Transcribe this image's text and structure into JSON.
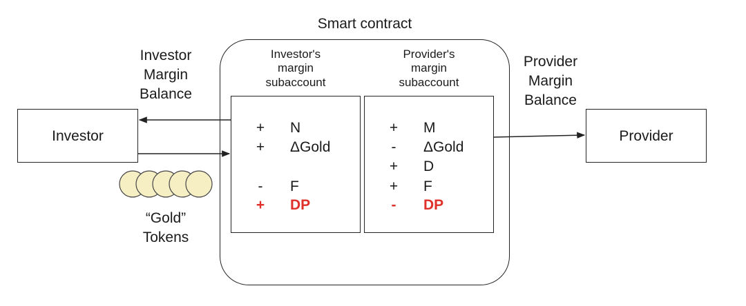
{
  "smart_contract": {
    "title": "Smart contract"
  },
  "investor": {
    "box_label": "Investor",
    "balance_label": [
      "Investor",
      "Margin",
      "Balance"
    ]
  },
  "provider": {
    "box_label": "Provider",
    "balance_label": [
      "Provider",
      "Margin",
      "Balance"
    ]
  },
  "tokens": {
    "label": [
      "“Gold”",
      "Tokens"
    ],
    "count": 5
  },
  "investor_subaccount": {
    "title": [
      "Investor's",
      "margin",
      "subaccount"
    ],
    "entries": [
      {
        "sign": "+",
        "term": "N",
        "highlight": false
      },
      {
        "sign": "+",
        "term": "ΔGold",
        "highlight": false
      },
      {
        "sign": "-",
        "term": "F",
        "highlight": false
      },
      {
        "sign": "+",
        "term": "DP",
        "highlight": true
      }
    ]
  },
  "provider_subaccount": {
    "title": [
      "Provider's",
      "margin",
      "subaccount"
    ],
    "entries": [
      {
        "sign": "+",
        "term": "M",
        "highlight": false
      },
      {
        "sign": "-",
        "term": "ΔGold",
        "highlight": false
      },
      {
        "sign": "+",
        "term": "D",
        "highlight": false
      },
      {
        "sign": "+",
        "term": "F",
        "highlight": false
      },
      {
        "sign": "-",
        "term": "DP",
        "highlight": true
      }
    ]
  },
  "colors": {
    "highlight": "#e0302a",
    "coin_fill": "#f7efc4",
    "line": "#222222"
  }
}
